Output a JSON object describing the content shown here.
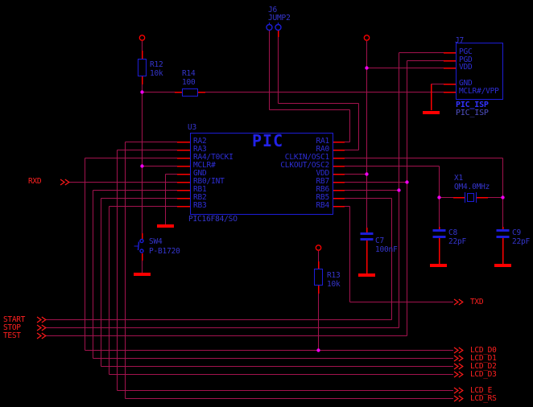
{
  "colors": {
    "net": "#A3134E",
    "pin_wire": "#FF0000",
    "junction": "#F000F0",
    "symbol": "#1D1DD8",
    "label_blue": "#3535CD",
    "label_red": "#FF2020"
  },
  "pic": {
    "ref": "U3",
    "name": "PIC",
    "part": "PIC16F84/SO",
    "left_pins": [
      "RA2",
      "RA3",
      "RA4/T0CKI",
      "MCLR#",
      "GND",
      "RB0/INT",
      "RB1",
      "RB2",
      "RB3"
    ],
    "right_pins": [
      "RA1",
      "RA0",
      "CLKIN/OSC1",
      "CLKOUT/OSC2",
      "VDD",
      "RB7",
      "RB6",
      "RB5",
      "RB4"
    ]
  },
  "isp_header": {
    "ref": "J7",
    "pins": [
      "PGC",
      "PGD",
      "VDD",
      "GND",
      "MCLR#/VPP"
    ],
    "value": "PIC_ISP",
    "part": "PIC_ISP"
  },
  "jumper": {
    "ref": "J6",
    "part": "JUMP2"
  },
  "r12": {
    "ref": "R12",
    "value": "10k"
  },
  "r13": {
    "ref": "R13",
    "value": "10k"
  },
  "r14": {
    "ref": "R14",
    "value": "100"
  },
  "c7": {
    "ref": "C7",
    "value": "100nF"
  },
  "c8": {
    "ref": "C8",
    "value": "22pF"
  },
  "c9": {
    "ref": "C9",
    "value": "22pF"
  },
  "x1": {
    "ref": "X1",
    "value": "QM4.0MHz"
  },
  "sw4": {
    "ref": "SW4",
    "part": "P-B1720"
  },
  "ports": {
    "rxd": "RXD",
    "txd": "TXD",
    "start": "START",
    "stop": "STOP",
    "test": "TEST",
    "lcd": [
      "LCD_D0",
      "LCD_D1",
      "LCD_D2",
      "LCD_D3",
      "LCD_E",
      "LCD_RS"
    ]
  }
}
